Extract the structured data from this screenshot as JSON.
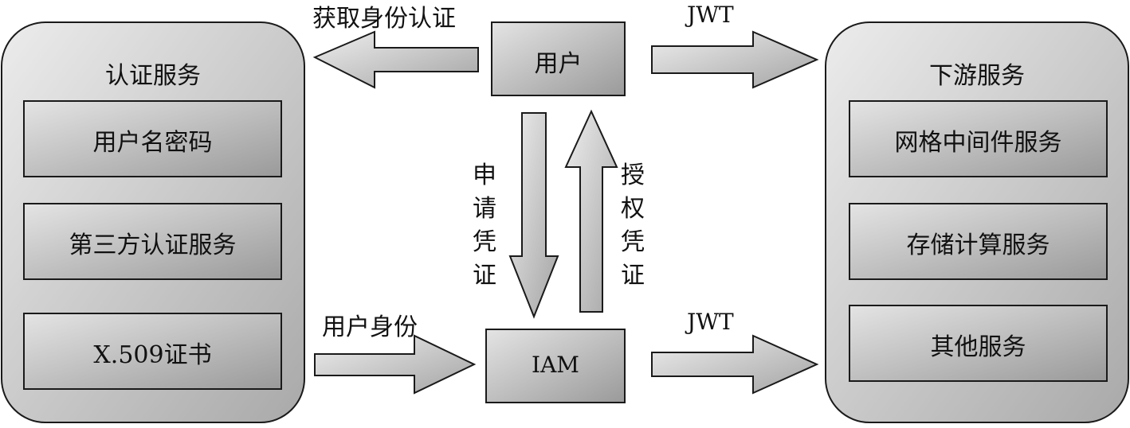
{
  "auth_panel": {
    "title": "认证服务",
    "items": [
      "用户名密码",
      "第三方认证服务",
      "X.509证书"
    ]
  },
  "downstream_panel": {
    "title": "下游服务",
    "items": [
      "网格中间件服务",
      "存储计算服务",
      "其他服务"
    ]
  },
  "user_box": {
    "label": "用户"
  },
  "iam_box": {
    "label": "IAM"
  },
  "arrows": {
    "get_identity": "获取身份认证",
    "user_jwt": "JWT",
    "apply_credential": "申请凭证",
    "grant_credential": "授权凭证",
    "user_identity": "用户身份",
    "iam_jwt": "JWT"
  },
  "colors": {
    "stroke": "#1a1a1a",
    "panel_fill_top": "#ececec",
    "panel_fill_bottom": "#a9a9a9",
    "box_fill_top": "#e2e2e2",
    "box_fill_bottom": "#9c9c9c"
  }
}
